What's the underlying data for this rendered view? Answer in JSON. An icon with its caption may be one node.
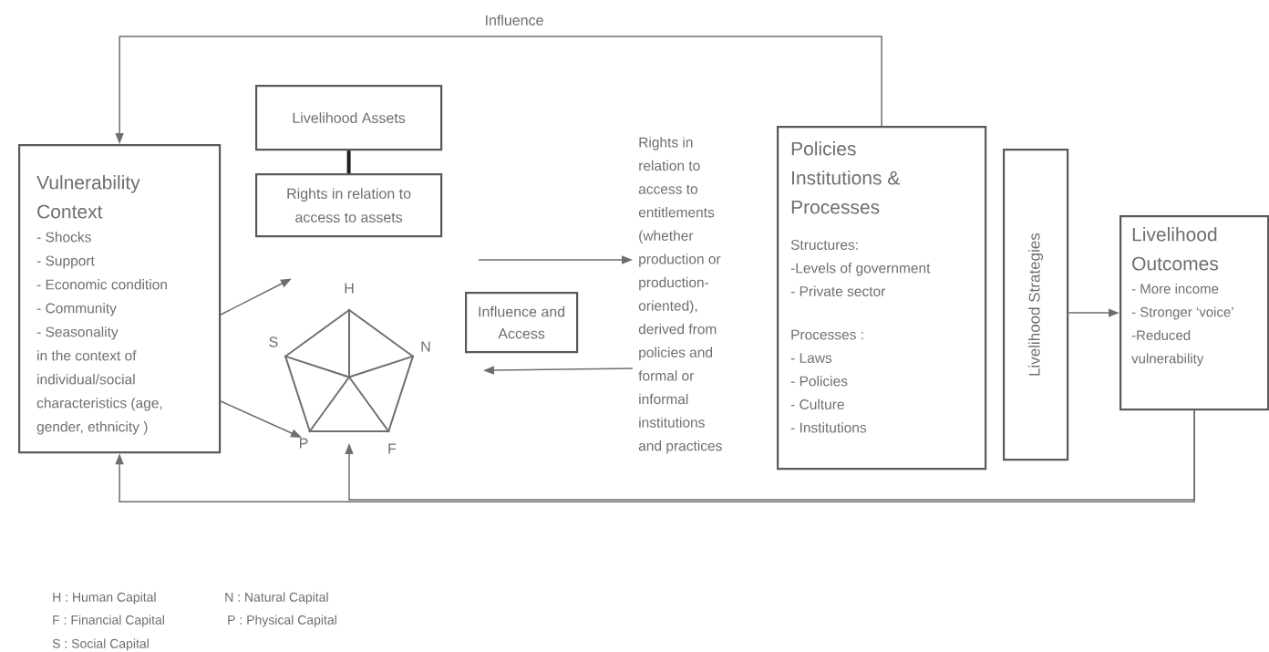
{
  "diagram": {
    "nodes": [
      {
        "text": [
          "Vulnerability Context",
          "- Shocks",
          "- Support",
          "- Economic condition",
          "- Community",
          "- Seasonality",
          "in the context of individual/social characteristics (age, gender, ethnicity )"
        ]
      },
      {
        "text": [
          "Livelihood Assets"
        ]
      },
      {
        "text": [
          "Rights in relation to access to assets"
        ]
      },
      {
        "text": [],
        "shape": "pentagon",
        "beside": [
          "H",
          "S",
          "N",
          "P",
          "F"
        ]
      },
      {
        "text": [
          "Influence and Access"
        ]
      },
      {
        "text": [
          "Rights in relation to access to entitlements (whether production or production-oriented), derived from policies and formal or informal institutions and practices"
        ]
      },
      {
        "text": [
          "Policies Institutions & Processes",
          "Structures:",
          "-Levels of government",
          "- Private sector",
          "Processes :",
          "- Laws",
          "- Policies",
          "- Culture",
          "- Institutions"
        ]
      },
      {
        "text": [
          "Livelihood Strategies"
        ]
      },
      {
        "text": [
          "Livelihood Outcomes",
          "- More income",
          "- Stronger ‘voice’",
          "-Reduced vulnerability"
        ]
      }
    ],
    "edges": [
      {
        "from": 6,
        "to": 0,
        "arrow": "to",
        "label": "Influence"
      },
      {
        "from": 1,
        "to": 2,
        "arrow": "none",
        "style": "thick",
        "color": "#231f20"
      },
      {
        "from": 0,
        "to": 3,
        "arrow": "to"
      },
      {
        "from": 0,
        "to": 3,
        "arrow": "to"
      },
      {
        "from": null,
        "to": 5,
        "arrow": "to"
      },
      {
        "from": 5,
        "to": 4,
        "arrow": "to"
      },
      {
        "from": 7,
        "to": 8,
        "arrow": "to"
      },
      {
        "from": 8,
        "to": 0,
        "arrow": "to"
      },
      {
        "from": 8,
        "to": 3,
        "arrow": "to"
      }
    ],
    "labels": [
      "H : Human Capital",
      "N : Natural Capital",
      "F : Financial Capital",
      "P : Physical Capital",
      "S : Social Capital"
    ]
  }
}
